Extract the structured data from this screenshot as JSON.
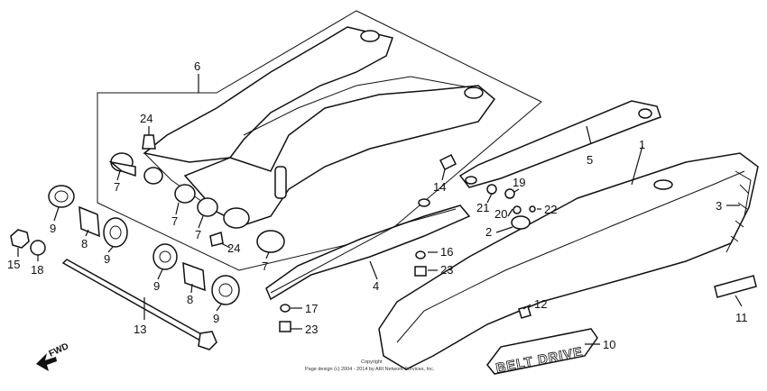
{
  "callouts": {
    "c1": "1",
    "c2": "2",
    "c3": "3",
    "c4": "4",
    "c5": "5",
    "c6": "6",
    "c7a": "7",
    "c7b": "7",
    "c7c": "7",
    "c7d": "7",
    "c8a": "8",
    "c8b": "8",
    "c9a": "9",
    "c9b": "9",
    "c9c": "9",
    "c9d": "9",
    "c10": "10",
    "c11": "11",
    "c12": "12",
    "c13": "13",
    "c14": "14",
    "c15": "15",
    "c16": "16",
    "c17": "17",
    "c18": "18",
    "c19": "19",
    "c20": "20",
    "c21": "21",
    "c22": "22",
    "c23a": "23",
    "c23b": "23",
    "c24a": "24",
    "c24b": "24"
  },
  "forward_label": "FWD",
  "brand_decal": "BELT DRIVE",
  "copyright": {
    "line1": "Copyright",
    "line2": "Page design (c) 2004 - 2014 by ARI Network Services, Inc."
  }
}
